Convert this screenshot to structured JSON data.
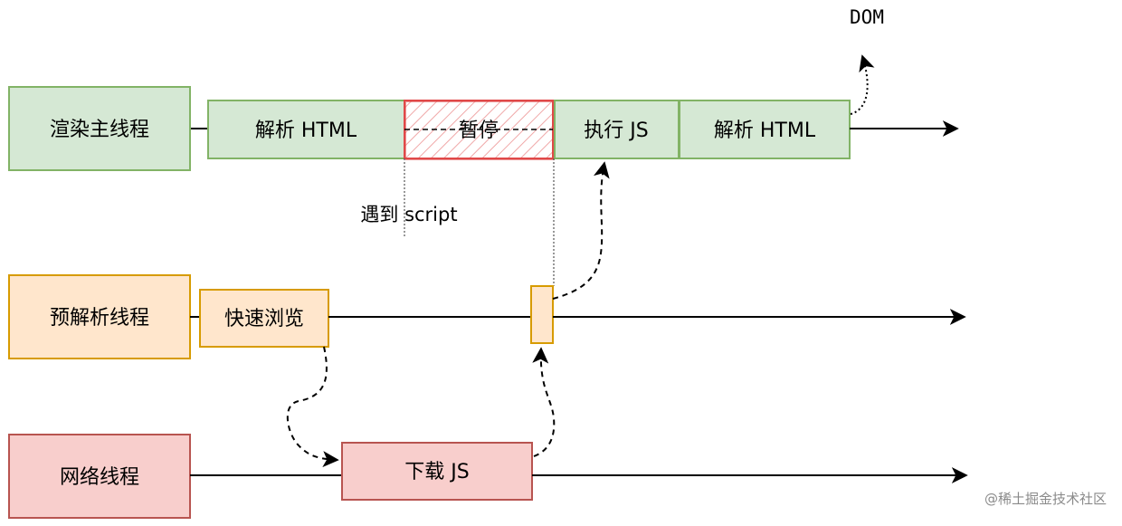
{
  "threads": {
    "render": "渲染主线程",
    "preparse": "预解析线程",
    "network": "网络线程"
  },
  "render_steps": {
    "parse_html_1": "解析 HTML",
    "pause": "暂停",
    "exec_js": "执行 JS",
    "parse_html_2": "解析 HTML"
  },
  "preparse_steps": {
    "quick_scan": "快速浏览"
  },
  "network_steps": {
    "download_js": "下载 JS"
  },
  "annotations": {
    "encounter_script": "遇到 script",
    "dom": "DOM"
  },
  "watermark": "@稀土掘金技术社区",
  "colors": {
    "green_fill": "#d5e8d4",
    "green_stroke": "#82b366",
    "orange_fill": "#ffe6cc",
    "orange_stroke": "#d79b00",
    "red_fill": "#f8cecc",
    "red_stroke": "#b85450",
    "pause_stroke": "#e04848"
  }
}
